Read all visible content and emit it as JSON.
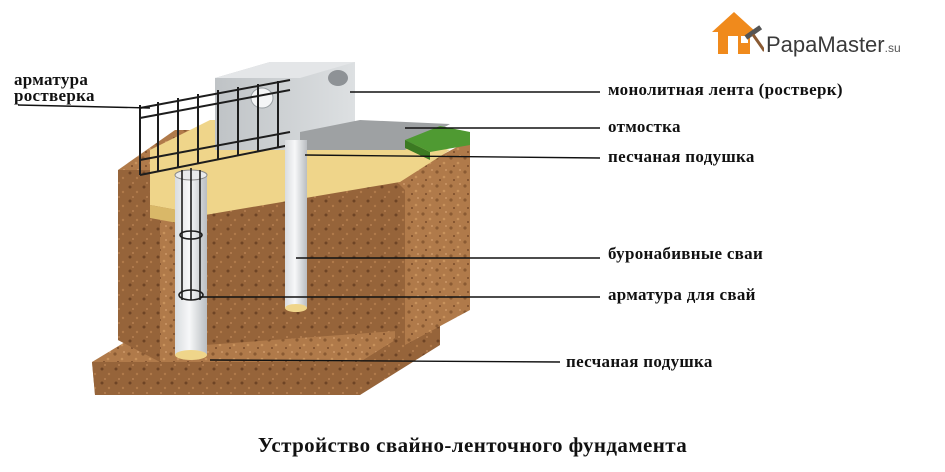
{
  "labels": {
    "armatura_rostverka_line1": "арматура",
    "armatura_rostverka_line2": "ростверка",
    "monolithic_strip": "монолитная лента (ростверк)",
    "otmostka": "отмостка",
    "sand_cushion_top": "песчаная подушка",
    "bored_piles": "буронабивные сваи",
    "pile_rebar": "арматура для свай",
    "sand_cushion_bottom": "песчаная подушка"
  },
  "caption": "Устройство свайно-ленточного фундамента",
  "logo": {
    "name": "PapaMaster",
    "suffix": ".su",
    "icon": "house-hammer-icon"
  },
  "colors": {
    "soil": "#b07a4a",
    "soil_dark": "#8a5a33",
    "concrete": "#cfd2d4",
    "sand": "#efd58a",
    "grass": "#4f9a32",
    "logo_orange": "#f08a1c"
  }
}
